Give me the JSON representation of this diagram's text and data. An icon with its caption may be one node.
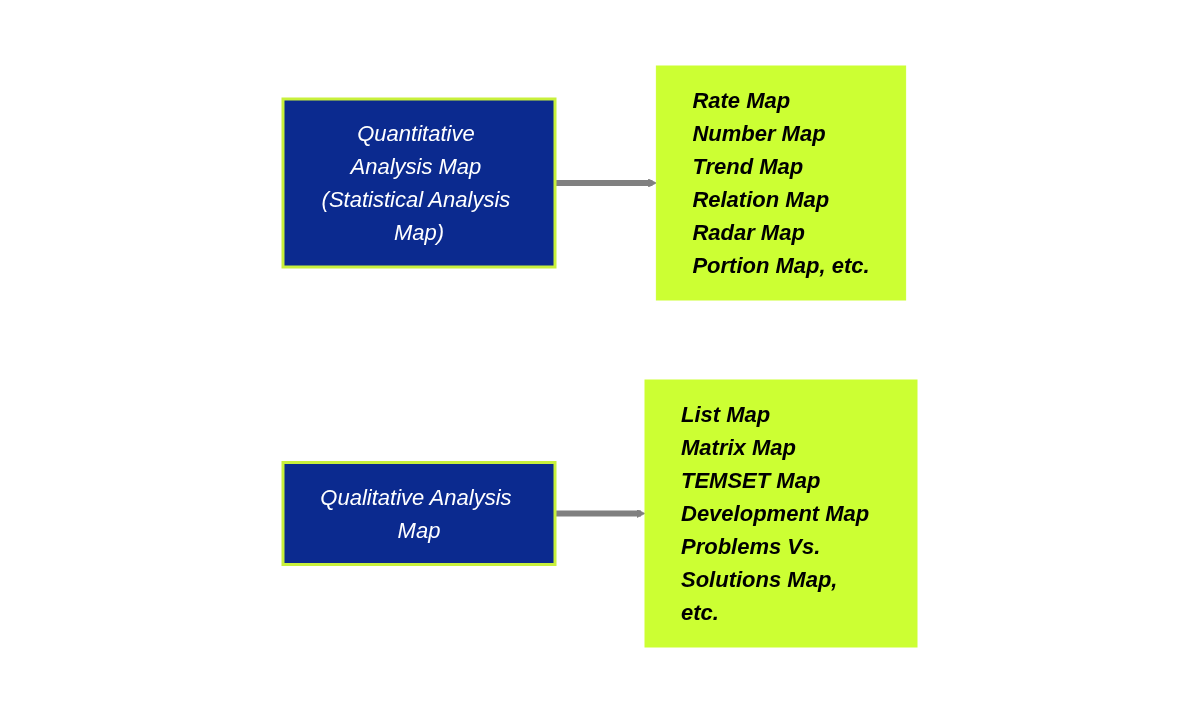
{
  "diagram": {
    "nodes": [
      {
        "text": [
          "Quantitative Analysis Map (Statistical Analysis Map)"
        ]
      },
      {
        "text": [
          "Rate Map",
          "Number Map",
          "Trend Map",
          "Relation Map",
          "Radar Map",
          "Portion Map, etc."
        ]
      },
      {
        "text": [
          "Qualitative Analysis Map"
        ]
      },
      {
        "text": [
          "List Map",
          "Matrix Map",
          "TEMSET Map",
          "Development Map",
          "Problems Vs. Solutions Map, etc."
        ]
      }
    ],
    "edges": [
      {
        "from": 0,
        "to": 1,
        "arrow": "to"
      },
      {
        "from": 2,
        "to": 3,
        "arrow": "to"
      }
    ]
  }
}
